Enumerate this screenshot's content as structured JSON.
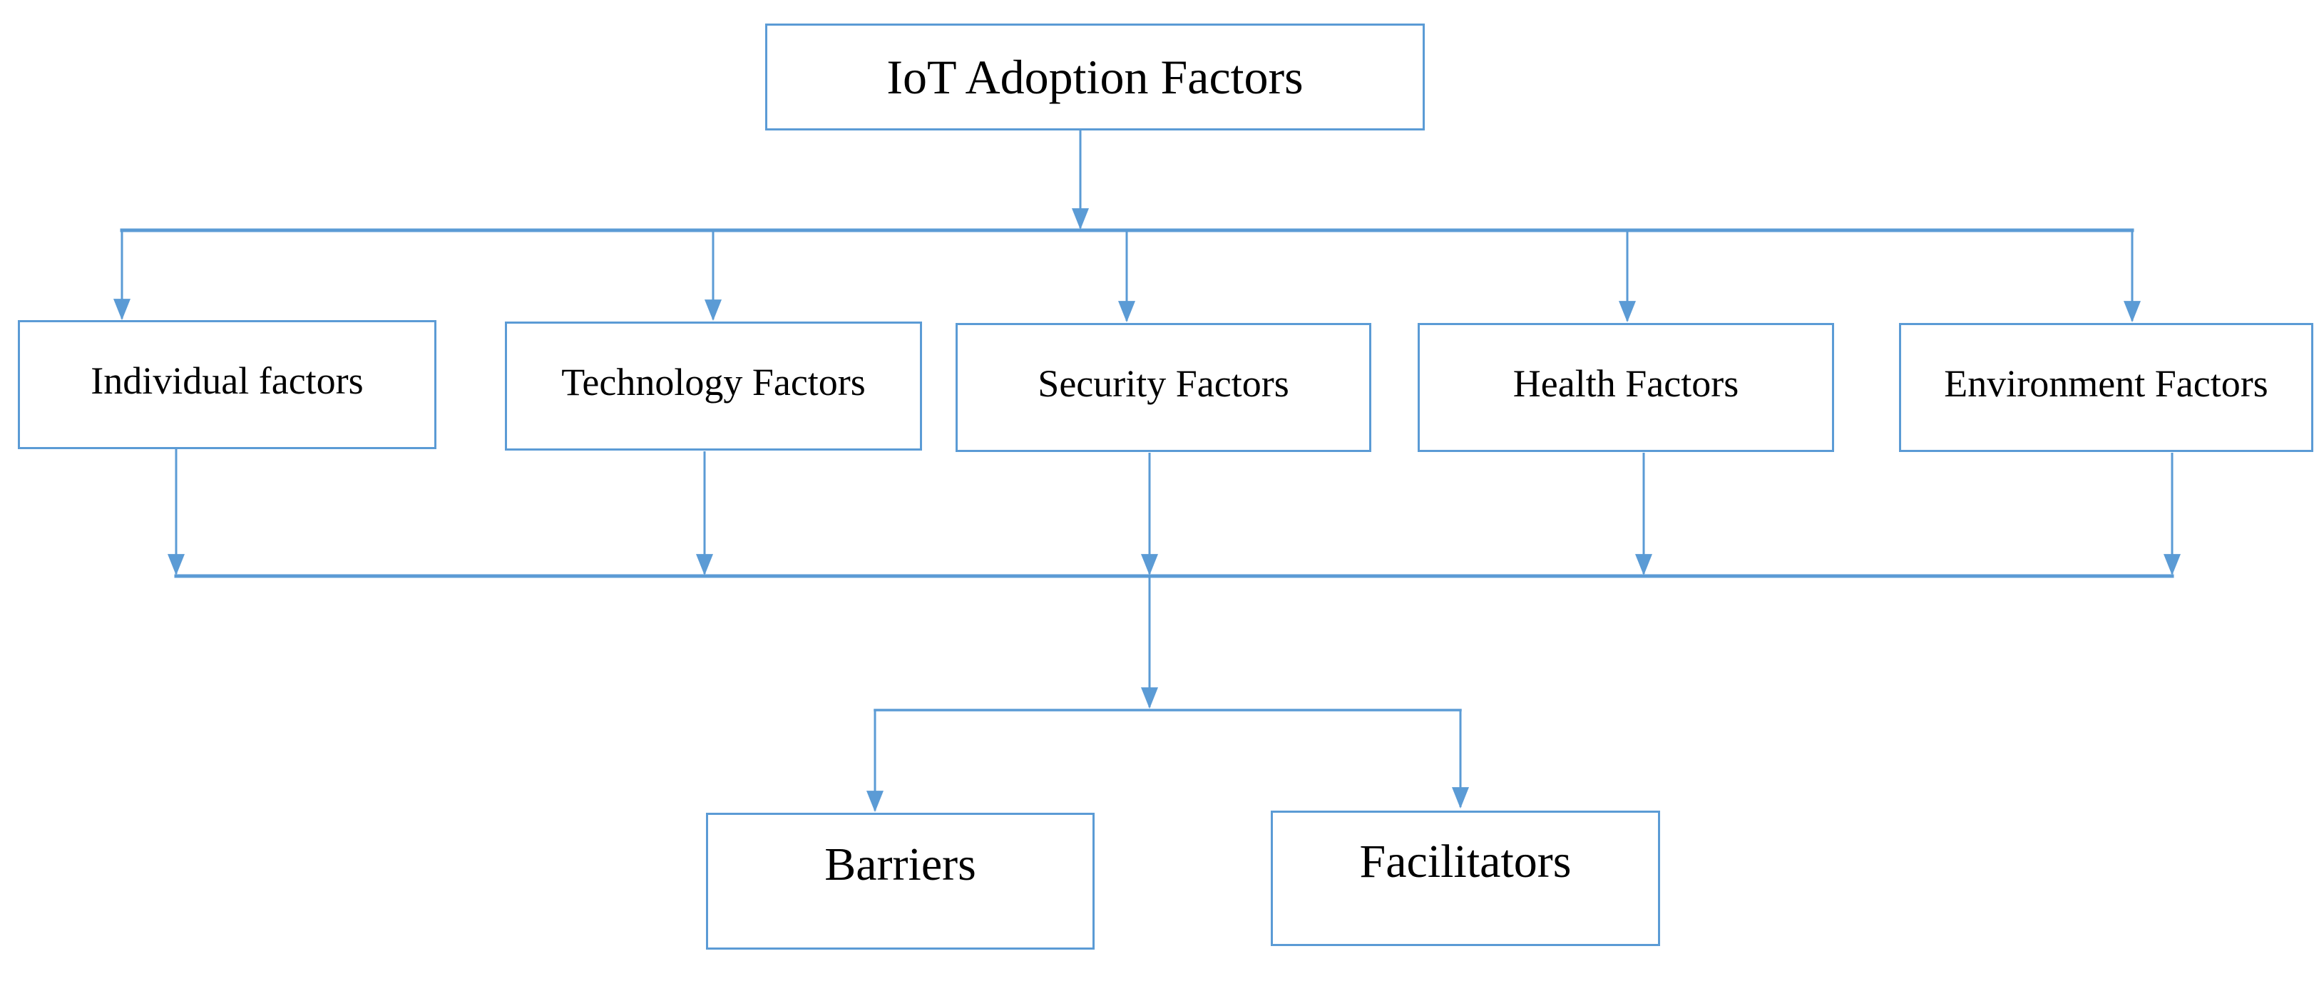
{
  "diagram": {
    "accent_color": "#5b9bd5",
    "text_color": "#000000",
    "root": {
      "label": "IoT Adoption Factors"
    },
    "factors": [
      {
        "label": "Individual factors"
      },
      {
        "label": "Technology Factors"
      },
      {
        "label": "Security Factors"
      },
      {
        "label": "Health Factors"
      },
      {
        "label": "Environment Factors"
      }
    ],
    "outcomes": [
      {
        "label": "Barriers"
      },
      {
        "label": "Facilitators"
      }
    ]
  }
}
